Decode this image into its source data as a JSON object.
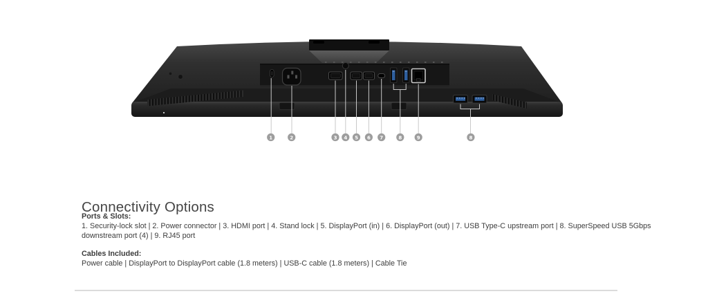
{
  "figure": {
    "name": "monitor-rear-bottom-view",
    "callouts": [
      "1",
      "2",
      "3",
      "4",
      "5",
      "6",
      "7",
      "8",
      "9",
      "8"
    ],
    "colors": {
      "monitor_body": "#2e2e2e",
      "usb_port_blue": "#2e5f9f",
      "rj45_outline": "#c9c9c9",
      "callout_circle": "#9d9d9d",
      "callout_line": "#c9c9c9"
    }
  },
  "main": {
    "heading": "Connectivity Options",
    "ports_slots": {
      "title": "Ports & Slots:",
      "lines": [
        "1. Security-lock slot | 2. Power connector | 3. HDMI port | 4. Stand lock | 5. DisplayPort (in) | 6. DisplayPort (out) | 7. USB Type-C upstream port | 8. SuperSpeed USB 5Gbps",
        "downstream port (4) | 9. RJ45 port"
      ]
    },
    "cables": {
      "title": "Cables Included:",
      "line": "Power cable | DisplayPort to DisplayPort cable (1.8 meters) | USB-C cable (1.8 meters) | Cable Tie"
    },
    "divider": "#dbdbdb"
  }
}
